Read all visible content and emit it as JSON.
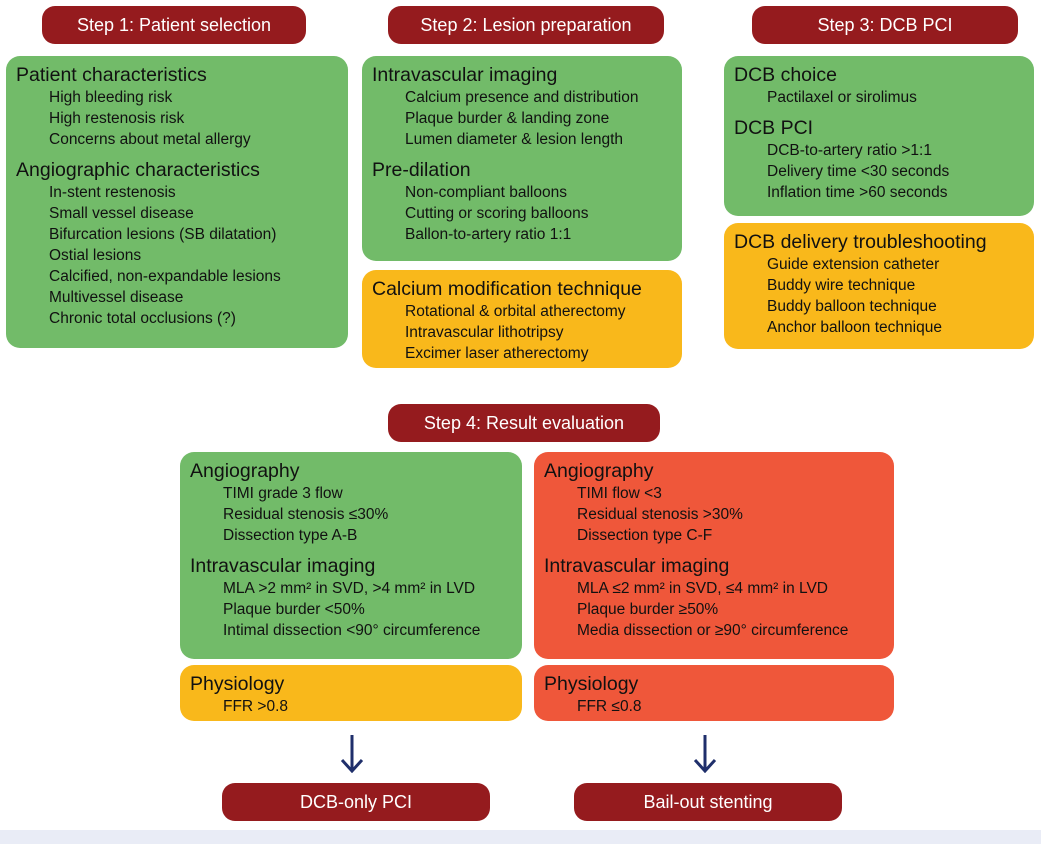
{
  "step1": {
    "title": "Step 1: Patient selection",
    "sections": [
      {
        "heading": "Patient characteristics",
        "items": [
          "High bleeding risk",
          "High restenosis risk",
          "Concerns about metal allergy"
        ]
      },
      {
        "heading": "Angiographic characteristics",
        "items": [
          "In-stent restenosis",
          "Small vessel disease",
          "Bifurcation lesions (SB dilatation)",
          "Ostial lesions",
          "Calcified, non-expandable lesions",
          "Multivessel disease",
          "Chronic total occlusions (?)"
        ]
      }
    ]
  },
  "step2": {
    "title": "Step 2: Lesion preparation",
    "sections": [
      {
        "heading": "Intravascular imaging",
        "items": [
          "Calcium presence and distribution",
          "Plaque burder & landing zone",
          "Lumen diameter & lesion length"
        ]
      },
      {
        "heading": "Pre-dilation",
        "items": [
          "Non-compliant balloons",
          "Cutting or scoring balloons",
          "Ballon-to-artery ratio 1:1"
        ]
      }
    ],
    "calcium": {
      "heading": "Calcium modification technique",
      "items": [
        "Rotational & orbital atherectomy",
        "Intravascular lithotripsy",
        "Excimer laser atherectomy"
      ]
    }
  },
  "step3": {
    "title": "Step 3: DCB PCI",
    "sections": [
      {
        "heading": "DCB choice",
        "items": [
          "Pactilaxel or sirolimus"
        ]
      },
      {
        "heading": "DCB PCI",
        "items": [
          "DCB-to-artery ratio >1:1",
          "Delivery time <30 seconds",
          "Inflation time >60 seconds"
        ]
      }
    ],
    "troubleshooting": {
      "heading": "DCB delivery troubleshooting",
      "items": [
        "Guide extension catheter",
        "Buddy wire technique",
        "Buddy balloon technique",
        "Anchor balloon technique"
      ]
    }
  },
  "step4": {
    "title": "Step 4: Result evaluation",
    "good": {
      "sections": [
        {
          "heading": "Angiography",
          "items": [
            "TIMI grade 3 flow",
            "Residual stenosis ≤30%",
            "Dissection type A-B"
          ]
        },
        {
          "heading": "Intravascular imaging",
          "items": [
            "MLA >2 mm² in SVD, >4 mm² in LVD",
            "Plaque burder <50%",
            "Intimal dissection <90° circumference"
          ]
        }
      ],
      "physiology": {
        "heading": "Physiology",
        "items": [
          "FFR >0.8"
        ]
      }
    },
    "bad": {
      "sections": [
        {
          "heading": "Angiography",
          "items": [
            "TIMI flow <3",
            "Residual stenosis >30%",
            "Dissection type C-F"
          ]
        },
        {
          "heading": "Intravascular imaging",
          "items": [
            "MLA ≤2 mm² in SVD, ≤4 mm² in LVD",
            "Plaque burder ≥50%",
            "Media dissection or ≥90° circumference"
          ]
        }
      ],
      "physiology": {
        "heading": "Physiology",
        "items": [
          "FFR ≤0.8"
        ]
      }
    }
  },
  "outcomes": {
    "good": "DCB-only PCI",
    "bad": "Bail-out stenting"
  },
  "colors": {
    "title_bg": "#951b1e",
    "green": "#72bb69",
    "orange": "#f9b81b",
    "red": "#ef573a",
    "arrow": "#1f2f6b"
  }
}
